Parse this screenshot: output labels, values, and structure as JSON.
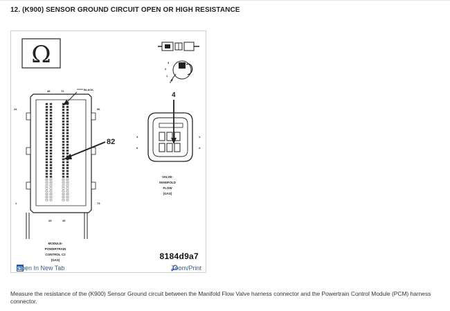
{
  "page": {
    "title": "12. (K900) SENSOR GROUND CIRCUIT OPEN OR HIGH RESISTANCE",
    "description": "Measure the resistance of the (K900) Sensor Ground circuit between the Manifold Flow Valve harness connector and the Powertrain Control Module (PCM) harness connector."
  },
  "diagram": {
    "symbol": "Ω",
    "code": "8184d9a7",
    "open_new_tab": "Open In New Tab",
    "zoom_print": "Zoom/Print",
    "pcm": {
      "pin_48": "48",
      "pin_72": "72",
      "wire": "BLACK",
      "pin_24": "24",
      "pin_96": "96",
      "pin_1": "1",
      "pin_73": "73",
      "pin_25": "25",
      "pin_49": "49",
      "callout": "82",
      "label_line1": "MODULE-",
      "label_line2": "POWERTRAIN",
      "label_line3": "CONTROL C2",
      "label_line4": "(GAS)"
    },
    "valve": {
      "callout": "4",
      "pin_3": "3",
      "pin_6": "6",
      "pin_1": "1",
      "pin_4": "4",
      "label_line1": "VALVE-",
      "label_line2": "MANIFOLD",
      "label_line3": "FLOW",
      "label_line4": "(GAS)"
    },
    "key_steps": {
      "s3": "3",
      "s2": "2",
      "s1": "1",
      "s0": "0"
    }
  }
}
